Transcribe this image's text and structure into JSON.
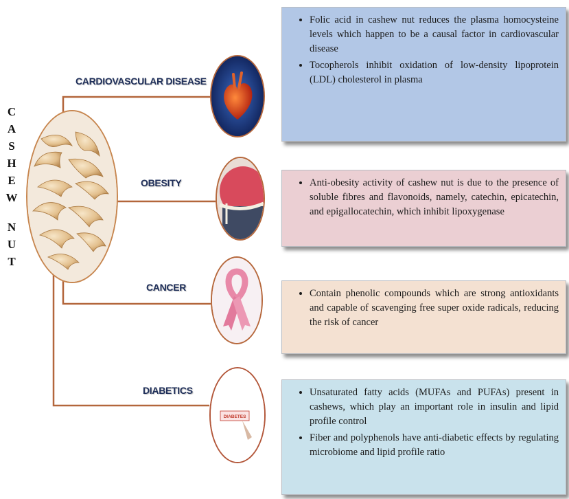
{
  "title_letters": [
    "C",
    "A",
    "S",
    "H",
    "E",
    "W",
    "",
    "N",
    "U",
    "T"
  ],
  "categories": [
    {
      "label": "CARDIOVASCULAR DISEASE",
      "icon": "heart-icon",
      "points": [
        "Folic acid in cashew nut reduces the plasma homocysteine levels which happen to be a causal factor in cardiovascular disease",
        "Tocopherols inhibit oxidation of low-density lipoprotein (LDL) cholesterol in plasma"
      ]
    },
    {
      "label": "OBESITY",
      "icon": "waist-measure-icon",
      "points": [
        "Anti-obesity activity of cashew nut is due to the presence of soluble fibres and flavonoids, namely, catechin, epicatechin, and epigallocatechin, which inhibit lipoxygenase"
      ]
    },
    {
      "label": "CANCER",
      "icon": "pink-ribbon-icon",
      "points": [
        "Contain phenolic compounds which are strong antioxidants and capable of scavenging free super oxide radicals, reducing the risk of cancer"
      ]
    },
    {
      "label": "DIABETICS",
      "icon": "diabetes-sign-icon",
      "icon_text": "DIABETES",
      "points": [
        "Unsaturated fatty acids (MUFAs and PUFAs) present in cashews, which play an important role in insulin and lipid profile control",
        "Fiber and polyphenols  have anti-diabetic effects by regulating microbiome and lipid profile ratio"
      ]
    }
  ],
  "colors": {
    "connector": "#b3663b",
    "box_cardio": "#b2c7e6",
    "box_obesity": "#ebcfd3",
    "box_cancer": "#f4e1d2",
    "box_diabetes": "#c9e2ec",
    "label_text": "#1f2f5a"
  }
}
